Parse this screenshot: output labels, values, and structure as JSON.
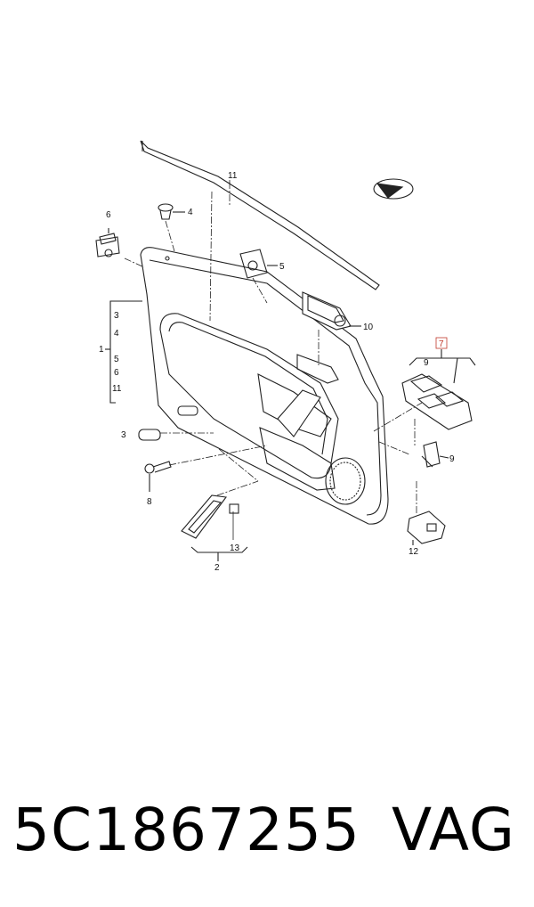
{
  "diagram": {
    "callouts": {
      "c11": "11",
      "c6": "6",
      "c4": "4",
      "c5": "5",
      "c10": "10",
      "c7": "7",
      "c9top": "9",
      "c9": "9",
      "c3list": "3",
      "c4list": "4",
      "c1": "1",
      "c5list": "5",
      "c6list": "6",
      "c11list": "11",
      "c3": "3",
      "c8": "8",
      "c13": "13",
      "c2": "2",
      "c12": "12"
    },
    "highlight_color": "#c0392b"
  },
  "footer": {
    "part_number": "5C1867255",
    "brand": "VAG"
  }
}
